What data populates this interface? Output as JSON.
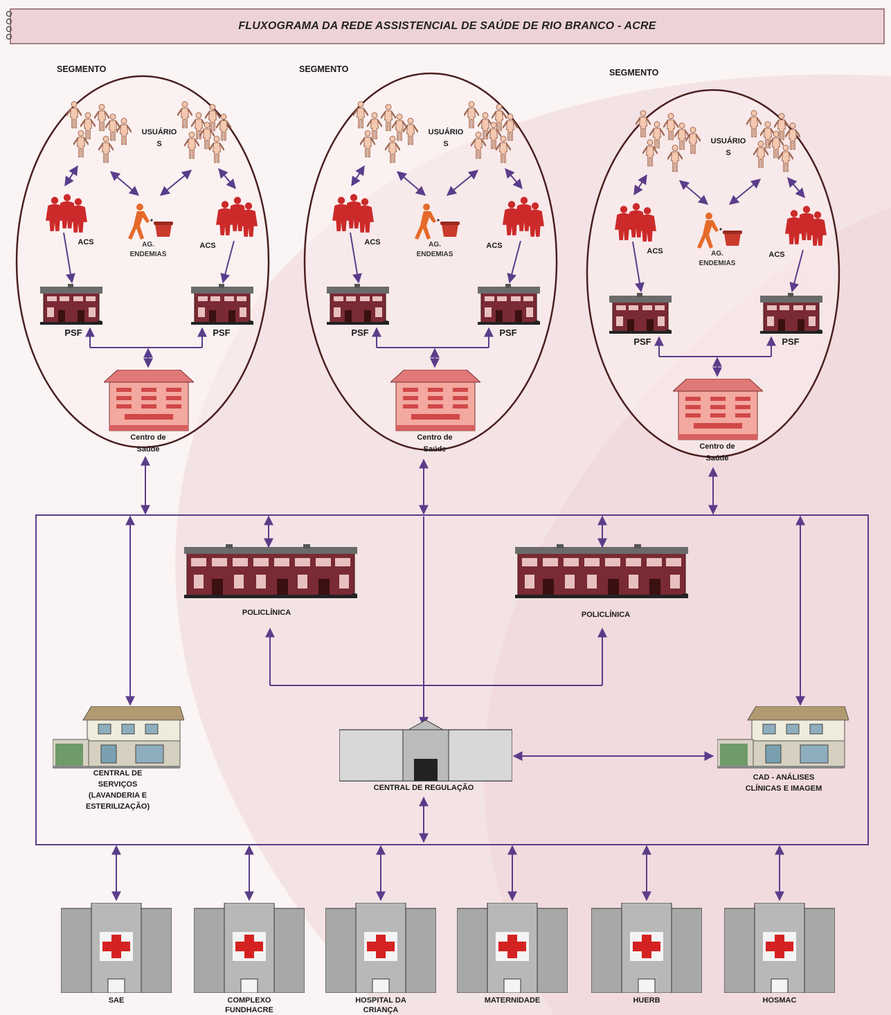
{
  "title": "FLUXOGRAMA DA REDE ASSISTENCIAL DE SAÚDE DE RIO BRANCO - ACRE",
  "segments": [
    {
      "label": "SEGMENTO",
      "users_line1": "USUÁRIO",
      "users_line2": "S",
      "acs_left": "ACS",
      "acs_right": "ACS",
      "endemias_line1": "AG.",
      "endemias_line2": "ENDEMIAS",
      "psf_left": "PSF",
      "psf_right": "PSF",
      "centro_line1": "Centro de",
      "centro_line2": "Saúde"
    },
    {
      "label": "SEGMENTO",
      "users_line1": "USUÁRIO",
      "users_line2": "S",
      "acs_left": "ACS",
      "acs_right": "ACS",
      "endemias_line1": "AG.",
      "endemias_line2": "ENDEMIAS",
      "psf_left": "PSF",
      "psf_right": "PSF",
      "centro_line1": "Centro de",
      "centro_line2": "Saúde"
    },
    {
      "label": "SEGMENTO",
      "users_line1": "USUÁRIO",
      "users_line2": "S",
      "acs_left": "ACS",
      "acs_right": "ACS",
      "endemias_line1": "AG.",
      "endemias_line2": "ENDEMIAS",
      "psf_left": "PSF",
      "psf_right": "PSF",
      "centro_line1": "Centro de",
      "centro_line2": "Saúde"
    }
  ],
  "policlinicas": [
    "POLICLÍNICA",
    "POLICLÍNICA"
  ],
  "central_servicos": [
    "CENTRAL DE",
    "SERVIÇOS",
    "(LAVANDERIA E",
    "ESTERILIZAÇÃO)"
  ],
  "central_regulacao": "CENTRAL DE REGULAÇÃO",
  "cad": [
    "CAD - ANÁLISES",
    "CLÍNICAS E IMAGEM"
  ],
  "hospitals": [
    {
      "lines": [
        "SAE"
      ]
    },
    {
      "lines": [
        "COMPLEXO",
        "FUNDHACRE"
      ]
    },
    {
      "lines": [
        "HOSPITAL DA",
        "CRIANÇA"
      ]
    },
    {
      "lines": [
        "MATERNIDADE"
      ]
    },
    {
      "lines": [
        "HUERB"
      ]
    },
    {
      "lines": [
        "HOSMAC"
      ]
    }
  ],
  "colors": {
    "arrow": "#5a3d8a",
    "accent": "#cc2a2a",
    "ellipse": "#4a2020"
  }
}
